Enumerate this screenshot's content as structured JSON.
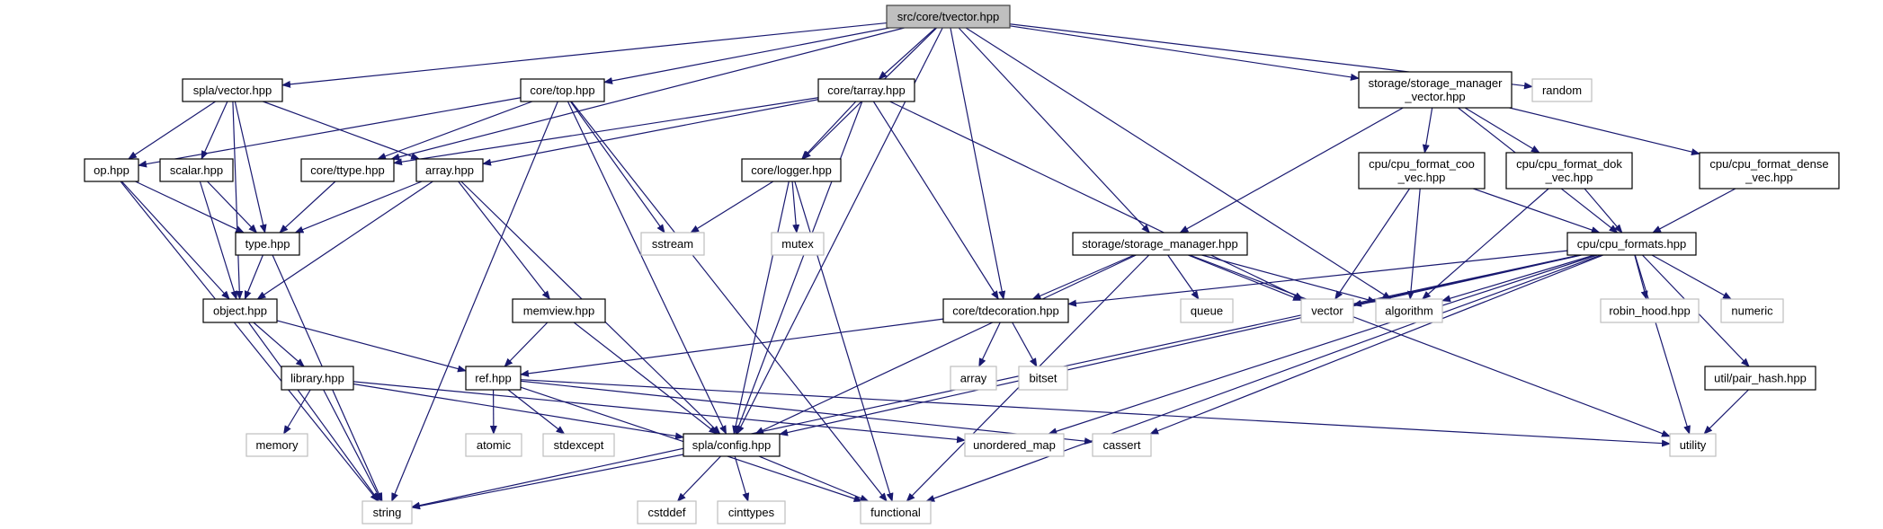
{
  "graph": {
    "edge_color": "#191970",
    "root_fill": "#bfbfbf",
    "system_border": "#bfbfbf",
    "nodes": [
      {
        "id": "tvector",
        "lines": [
          "src/core/tvector.hpp"
        ],
        "kind": "root"
      },
      {
        "id": "splavector",
        "lines": [
          "spla/vector.hpp"
        ],
        "kind": "project"
      },
      {
        "id": "top",
        "lines": [
          "core/top.hpp"
        ],
        "kind": "project"
      },
      {
        "id": "tarray",
        "lines": [
          "core/tarray.hpp"
        ],
        "kind": "project"
      },
      {
        "id": "smv",
        "lines": [
          "storage/storage_manager",
          "_vector.hpp"
        ],
        "kind": "project"
      },
      {
        "id": "random",
        "lines": [
          "random"
        ],
        "kind": "system"
      },
      {
        "id": "op",
        "lines": [
          "op.hpp"
        ],
        "kind": "project"
      },
      {
        "id": "scalar",
        "lines": [
          "scalar.hpp"
        ],
        "kind": "project"
      },
      {
        "id": "ttype",
        "lines": [
          "core/ttype.hpp"
        ],
        "kind": "project"
      },
      {
        "id": "arrayhpp",
        "lines": [
          "array.hpp"
        ],
        "kind": "project"
      },
      {
        "id": "logger",
        "lines": [
          "core/logger.hpp"
        ],
        "kind": "project"
      },
      {
        "id": "coo",
        "lines": [
          "cpu/cpu_format_coo",
          "_vec.hpp"
        ],
        "kind": "project"
      },
      {
        "id": "dok",
        "lines": [
          "cpu/cpu_format_dok",
          "_vec.hpp"
        ],
        "kind": "project"
      },
      {
        "id": "dense",
        "lines": [
          "cpu/cpu_format_dense",
          "_vec.hpp"
        ],
        "kind": "project"
      },
      {
        "id": "type",
        "lines": [
          "type.hpp"
        ],
        "kind": "project"
      },
      {
        "id": "sstream",
        "lines": [
          "sstream"
        ],
        "kind": "system"
      },
      {
        "id": "mutex",
        "lines": [
          "mutex"
        ],
        "kind": "system"
      },
      {
        "id": "sm",
        "lines": [
          "storage/storage_manager.hpp"
        ],
        "kind": "project"
      },
      {
        "id": "cpuformats",
        "lines": [
          "cpu/cpu_formats.hpp"
        ],
        "kind": "project"
      },
      {
        "id": "object",
        "lines": [
          "object.hpp"
        ],
        "kind": "project"
      },
      {
        "id": "memview",
        "lines": [
          "memview.hpp"
        ],
        "kind": "project"
      },
      {
        "id": "tdecoration",
        "lines": [
          "core/tdecoration.hpp"
        ],
        "kind": "project"
      },
      {
        "id": "queue",
        "lines": [
          "queue"
        ],
        "kind": "system"
      },
      {
        "id": "vector",
        "lines": [
          "vector"
        ],
        "kind": "system"
      },
      {
        "id": "algorithm",
        "lines": [
          "algorithm"
        ],
        "kind": "system"
      },
      {
        "id": "robinhood",
        "lines": [
          "robin_hood.hpp"
        ],
        "kind": "system"
      },
      {
        "id": "numeric",
        "lines": [
          "numeric"
        ],
        "kind": "system"
      },
      {
        "id": "library",
        "lines": [
          "library.hpp"
        ],
        "kind": "project"
      },
      {
        "id": "ref",
        "lines": [
          "ref.hpp"
        ],
        "kind": "project"
      },
      {
        "id": "stdarray",
        "lines": [
          "array"
        ],
        "kind": "system"
      },
      {
        "id": "bitset",
        "lines": [
          "bitset"
        ],
        "kind": "system"
      },
      {
        "id": "pairhash",
        "lines": [
          "util/pair_hash.hpp"
        ],
        "kind": "project"
      },
      {
        "id": "memory",
        "lines": [
          "memory"
        ],
        "kind": "system"
      },
      {
        "id": "atomic",
        "lines": [
          "atomic"
        ],
        "kind": "system"
      },
      {
        "id": "stdexcept",
        "lines": [
          "stdexcept"
        ],
        "kind": "system"
      },
      {
        "id": "config",
        "lines": [
          "spla/config.hpp"
        ],
        "kind": "project"
      },
      {
        "id": "unorderedmap",
        "lines": [
          "unordered_map"
        ],
        "kind": "system"
      },
      {
        "id": "cassert",
        "lines": [
          "cassert"
        ],
        "kind": "system"
      },
      {
        "id": "utility",
        "lines": [
          "utility"
        ],
        "kind": "system"
      },
      {
        "id": "string",
        "lines": [
          "string"
        ],
        "kind": "system"
      },
      {
        "id": "cstddef",
        "lines": [
          "cstddef"
        ],
        "kind": "system"
      },
      {
        "id": "cinttypes",
        "lines": [
          "cinttypes"
        ],
        "kind": "system"
      },
      {
        "id": "functional",
        "lines": [
          "functional"
        ],
        "kind": "system"
      }
    ],
    "edges": [
      [
        "tvector",
        "splavector"
      ],
      [
        "tvector",
        "top"
      ],
      [
        "tvector",
        "ttype"
      ],
      [
        "tvector",
        "tarray"
      ],
      [
        "tvector",
        "logger"
      ],
      [
        "tvector",
        "config"
      ],
      [
        "tvector",
        "tdecoration"
      ],
      [
        "tvector",
        "sm"
      ],
      [
        "tvector",
        "smv"
      ],
      [
        "tvector",
        "random"
      ],
      [
        "tvector",
        "algorithm"
      ],
      [
        "splavector",
        "op"
      ],
      [
        "splavector",
        "scalar"
      ],
      [
        "splavector",
        "type"
      ],
      [
        "splavector",
        "arrayhpp"
      ],
      [
        "splavector",
        "object"
      ],
      [
        "top",
        "op"
      ],
      [
        "top",
        "ttype"
      ],
      [
        "top",
        "string"
      ],
      [
        "top",
        "config"
      ],
      [
        "top",
        "functional"
      ],
      [
        "top",
        "sstream"
      ],
      [
        "tarray",
        "ttype"
      ],
      [
        "tarray",
        "arrayhpp"
      ],
      [
        "tarray",
        "logger"
      ],
      [
        "tarray",
        "config"
      ],
      [
        "tarray",
        "tdecoration"
      ],
      [
        "tarray",
        "vector"
      ],
      [
        "smv",
        "sm"
      ],
      [
        "smv",
        "coo"
      ],
      [
        "smv",
        "dok"
      ],
      [
        "smv",
        "dense"
      ],
      [
        "smv",
        "cpuformats"
      ],
      [
        "op",
        "type"
      ],
      [
        "op",
        "object"
      ],
      [
        "op",
        "string"
      ],
      [
        "scalar",
        "type"
      ],
      [
        "scalar",
        "object"
      ],
      [
        "ttype",
        "type"
      ],
      [
        "arrayhpp",
        "type"
      ],
      [
        "arrayhpp",
        "object"
      ],
      [
        "arrayhpp",
        "memview"
      ],
      [
        "arrayhpp",
        "config"
      ],
      [
        "logger",
        "sstream"
      ],
      [
        "logger",
        "mutex"
      ],
      [
        "logger",
        "config"
      ],
      [
        "logger",
        "functional"
      ],
      [
        "coo",
        "cpuformats"
      ],
      [
        "coo",
        "vector"
      ],
      [
        "coo",
        "algorithm"
      ],
      [
        "dok",
        "cpuformats"
      ],
      [
        "dok",
        "algorithm"
      ],
      [
        "dense",
        "cpuformats"
      ],
      [
        "type",
        "object"
      ],
      [
        "type",
        "string"
      ],
      [
        "sm",
        "tdecoration"
      ],
      [
        "sm",
        "queue"
      ],
      [
        "sm",
        "vector"
      ],
      [
        "sm",
        "algorithm"
      ],
      [
        "sm",
        "utility"
      ],
      [
        "sm",
        "functional"
      ],
      [
        "sm",
        "config"
      ],
      [
        "cpuformats",
        "tdecoration"
      ],
      [
        "cpuformats",
        "vector"
      ],
      [
        "cpuformats",
        "algorithm"
      ],
      [
        "cpuformats",
        "robinhood"
      ],
      [
        "cpuformats",
        "numeric"
      ],
      [
        "cpuformats",
        "pairhash"
      ],
      [
        "cpuformats",
        "utility"
      ],
      [
        "cpuformats",
        "functional"
      ],
      [
        "cpuformats",
        "string"
      ],
      [
        "cpuformats",
        "config"
      ],
      [
        "cpuformats",
        "cassert"
      ],
      [
        "cpuformats",
        "unorderedmap"
      ],
      [
        "object",
        "library"
      ],
      [
        "object",
        "ref"
      ],
      [
        "object",
        "string"
      ],
      [
        "memview",
        "ref"
      ],
      [
        "memview",
        "config"
      ],
      [
        "tdecoration",
        "ref"
      ],
      [
        "tdecoration",
        "stdarray"
      ],
      [
        "tdecoration",
        "bitset"
      ],
      [
        "library",
        "memory"
      ],
      [
        "library",
        "string"
      ],
      [
        "library",
        "config"
      ],
      [
        "library",
        "unorderedmap"
      ],
      [
        "ref",
        "atomic"
      ],
      [
        "ref",
        "stdexcept"
      ],
      [
        "ref",
        "cassert"
      ],
      [
        "ref",
        "functional"
      ],
      [
        "ref",
        "utility"
      ],
      [
        "config",
        "string"
      ],
      [
        "config",
        "cstddef"
      ],
      [
        "config",
        "cinttypes"
      ],
      [
        "config",
        "functional"
      ],
      [
        "pairhash",
        "utility"
      ]
    ]
  }
}
